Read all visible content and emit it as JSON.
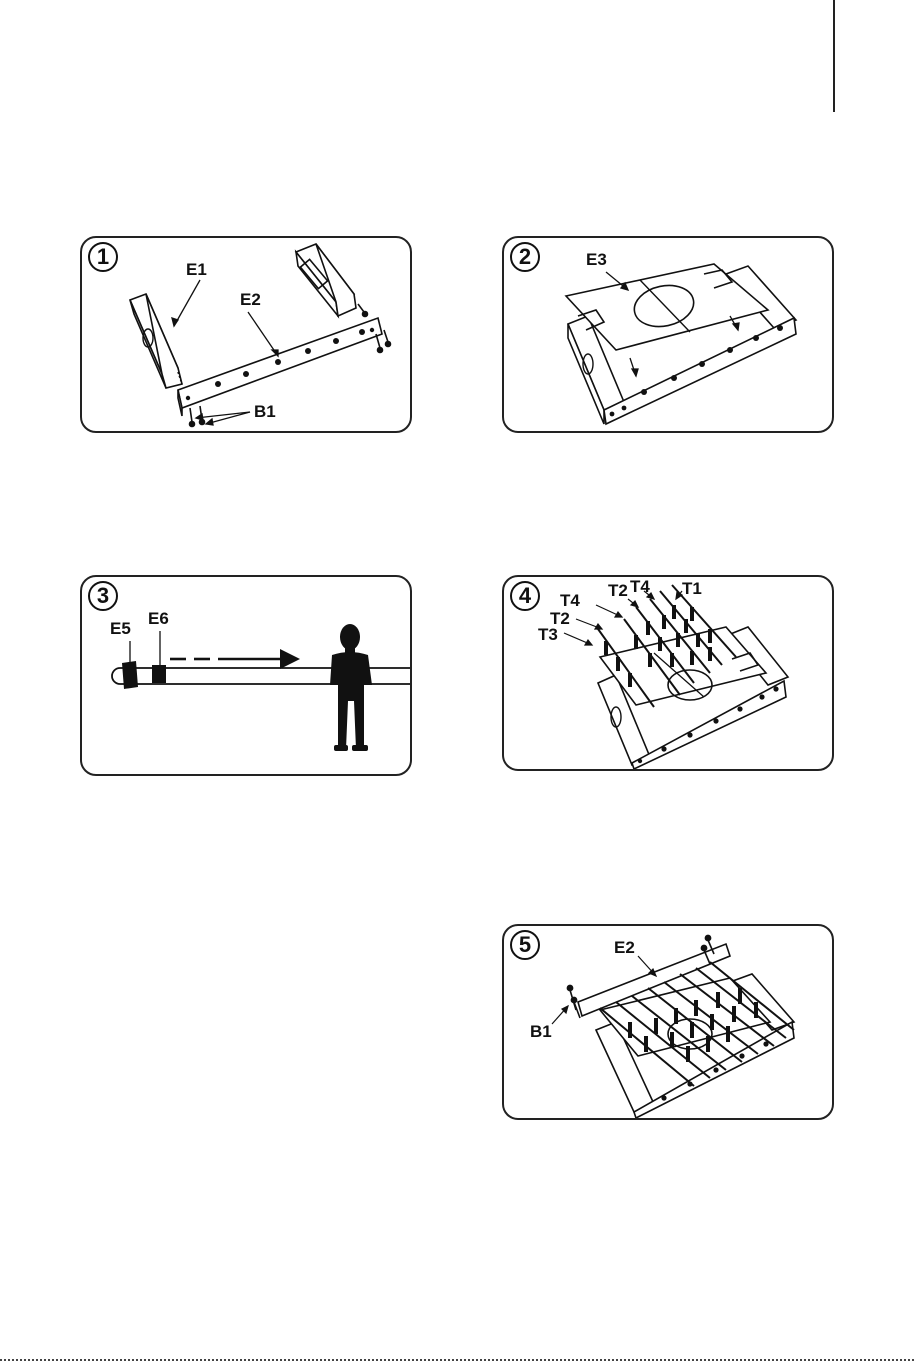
{
  "steps": [
    {
      "number": "1",
      "labels": {
        "e1": "E1",
        "e2": "E2",
        "b1": "B1"
      }
    },
    {
      "number": "2",
      "labels": {
        "e3": "E3"
      }
    },
    {
      "number": "3",
      "labels": {
        "e5": "E5",
        "e6": "E6"
      }
    },
    {
      "number": "4",
      "labels": {
        "t1": "T1",
        "t2a": "T2",
        "t4a": "T4",
        "t4b": "T4",
        "t2b": "T2",
        "t3": "T3"
      }
    },
    {
      "number": "5",
      "labels": {
        "e2": "E2",
        "b1": "B1"
      }
    }
  ]
}
